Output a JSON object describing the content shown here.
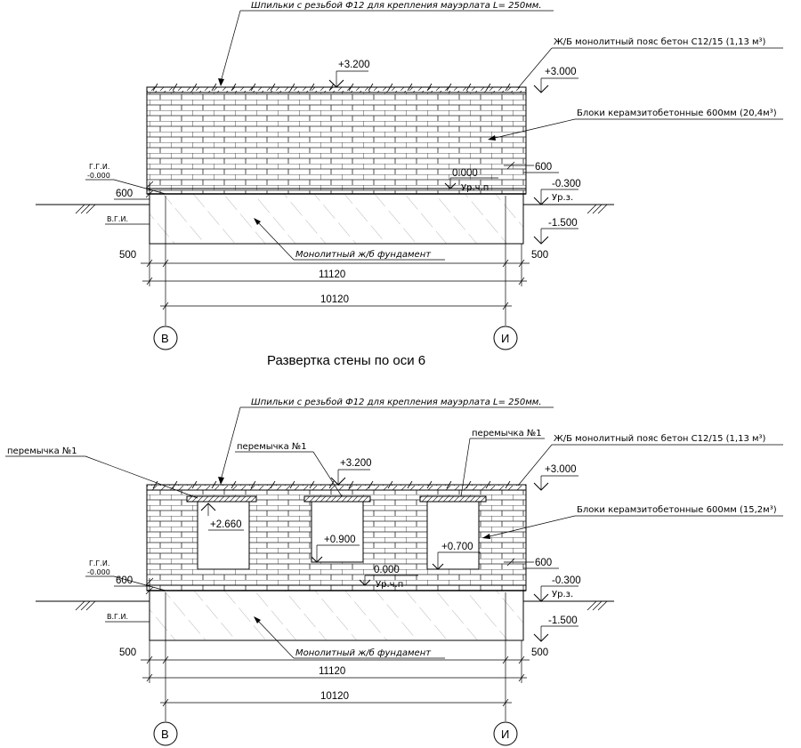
{
  "caption": "Развертка стены по оси 6",
  "elevations": [
    {
      "studs_label": "Шпильки с резьбой Ф12 для крепления мауэрлата L= 250мм.",
      "belt_label": "Ж/Б монолитный пояс бетон С12/15 (1,13 м³)",
      "blocks_label": "Блоки керамзитобетонные  600мм (20,4м³)",
      "foundation_label": "Монолитный ж/б фундамент",
      "level_top": "+3.200",
      "level_belt": "+3.000",
      "level_zero": "0.000",
      "level_floor_label": "Ур.ч.п",
      "level_ground": "-0.300",
      "level_ground_label": "Ур.з.",
      "level_bottom": "-1.500",
      "ggi_label": "Г.Г.И.",
      "ggi_value": "-0.000",
      "vgi_label": "В.Г.И.",
      "dim_600_left": "600",
      "dim_600_right": "600",
      "dim_500_left": "500",
      "dim_500_right": "500",
      "dim_total": "11120",
      "dim_axes": "10120",
      "axis_left": "В",
      "axis_right": "И"
    },
    {
      "studs_label": "Шпильки с резьбой Ф12 для крепления мауэрлата L= 250мм.",
      "belt_label": "Ж/Б монолитный пояс бетон С12/15 (1,13 м³)",
      "blocks_label": "Блоки керамзитобетонные  600мм (15,2м³)",
      "foundation_label": "Монолитный ж/б фундамент",
      "lintel_1_label": "перемычка №1",
      "lintel_2_label": "перемычка №1",
      "lintel_3_label": "перемычка №1",
      "level_top": "+3.200",
      "level_belt": "+3.000",
      "level_zero": "0.000",
      "level_floor_label": "Ур.ч.п",
      "level_ground": "-0.300",
      "level_ground_label": "Ур.з.",
      "level_bottom": "-1.500",
      "level_win1": "+2.660",
      "level_win2": "+0.900",
      "level_win3": "+0.700",
      "ggi_label": "Г.Г.И.",
      "ggi_value": "-0.000",
      "vgi_label": "В.Г.И.",
      "dim_600_left": "600",
      "dim_600_right": "600",
      "dim_500_left": "500",
      "dim_500_right": "500",
      "dim_total": "11120",
      "dim_axes": "10120",
      "axis_left": "В",
      "axis_right": "И"
    }
  ]
}
